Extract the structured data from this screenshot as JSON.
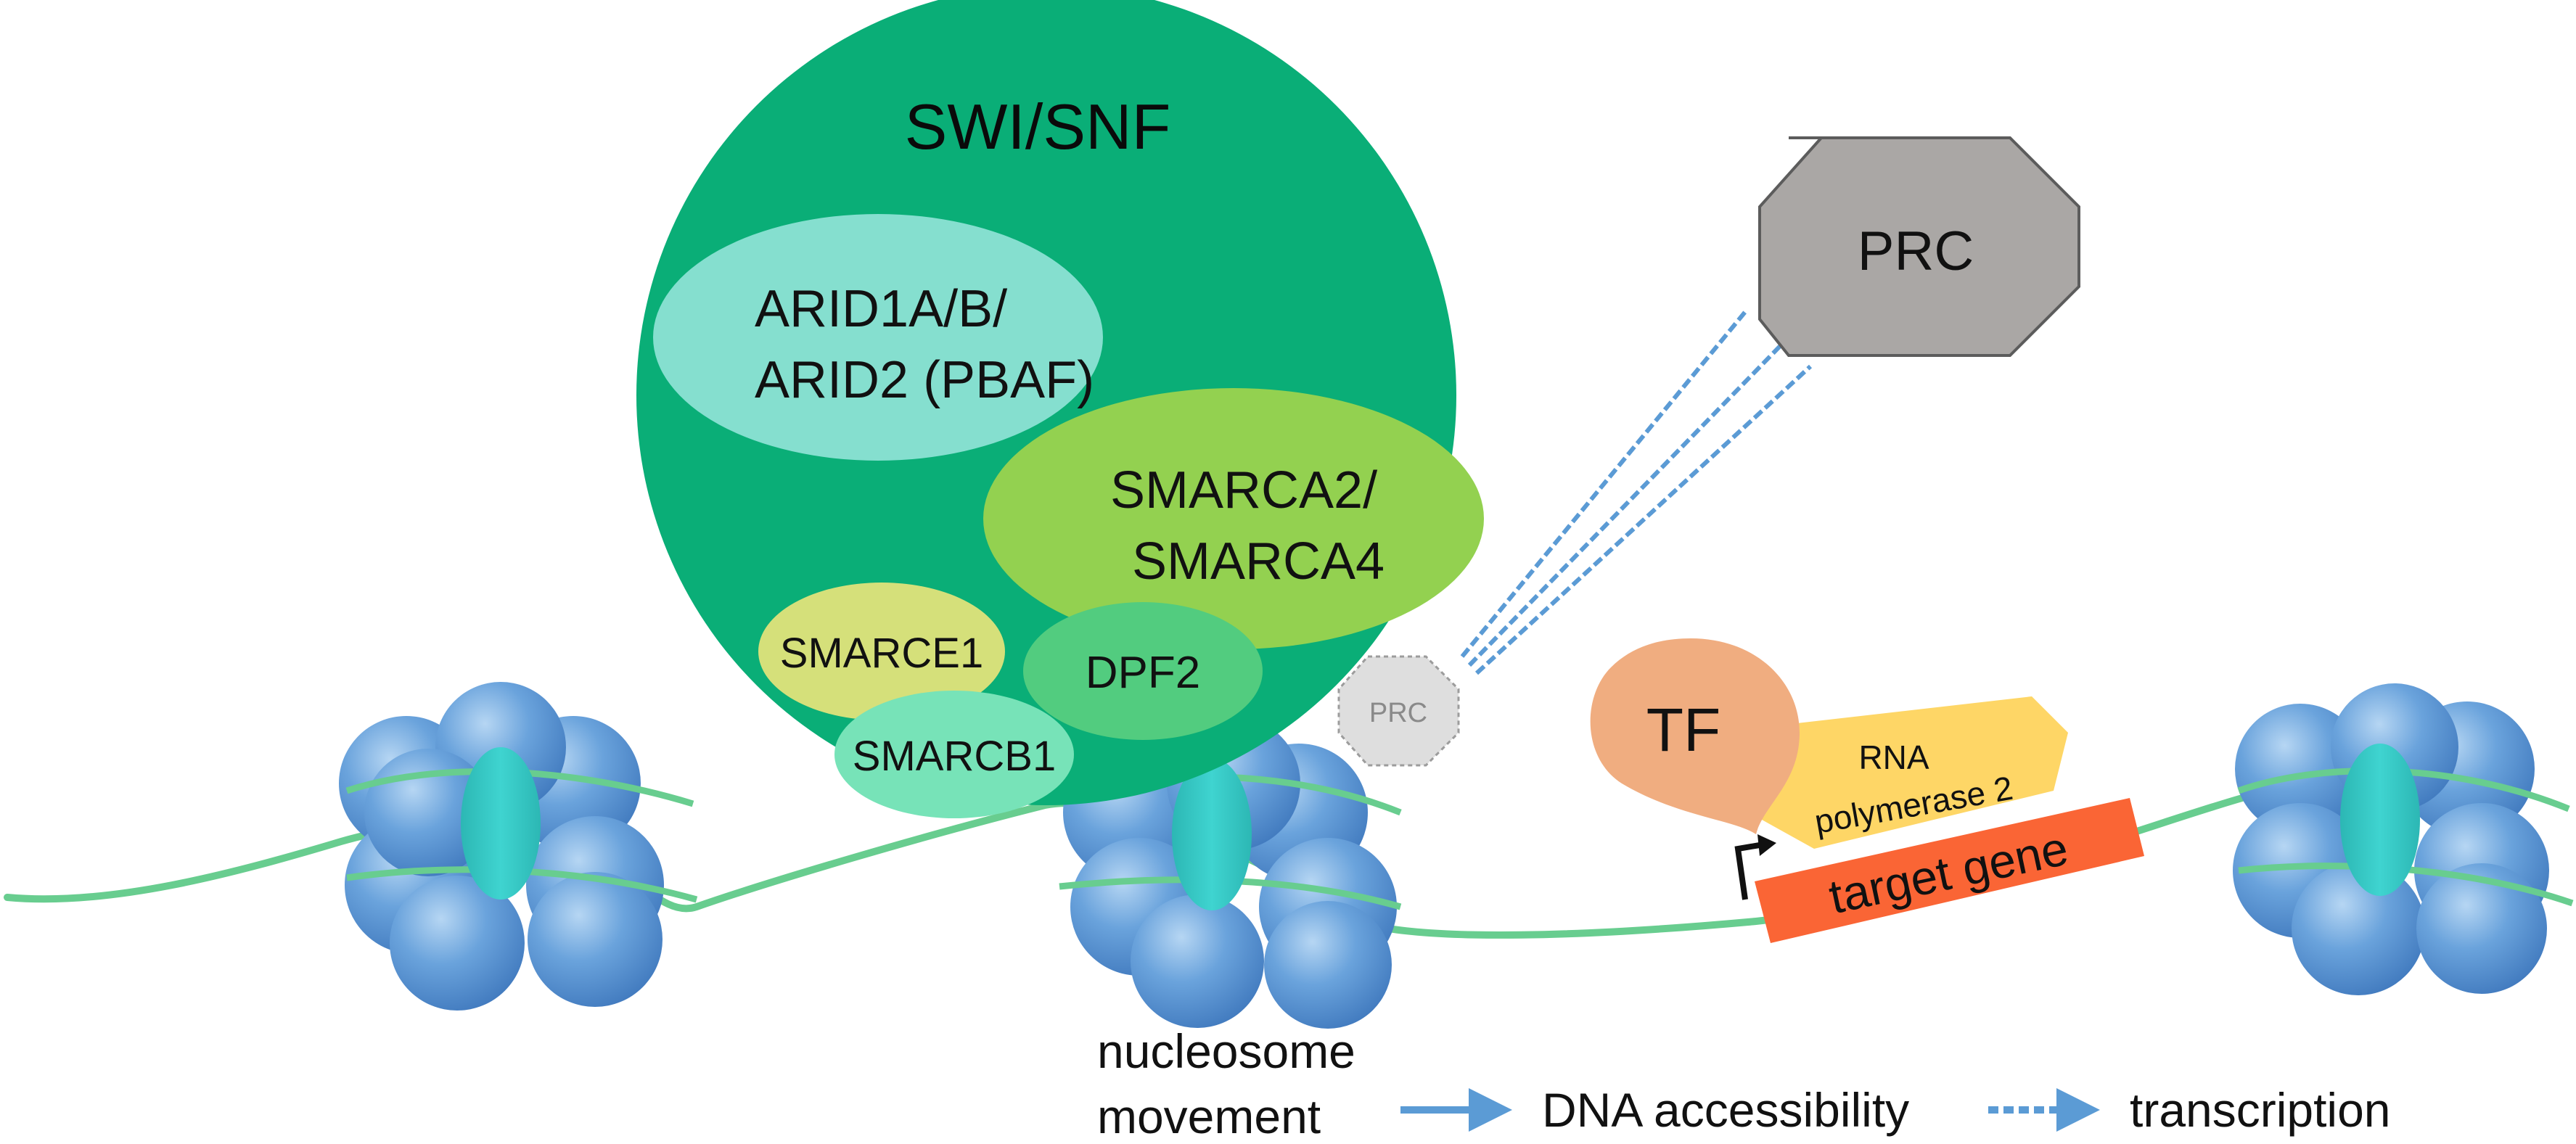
{
  "complex": {
    "title": "SWI/SNF",
    "arid_line1": "ARID1A/B/",
    "arid_line2": "ARID2 (PBAF)",
    "smarca_line1": "SMARCA2/",
    "smarca_line2": "SMARCA4",
    "smarce1": "SMARCE1",
    "dpf2": "DPF2",
    "smarcb1": "SMARCB1"
  },
  "prc_large": "PRC",
  "prc_small": "PRC",
  "tf": "TF",
  "polymerase_line1": "RNA",
  "polymerase_line2": "polymerase 2",
  "target_gene": "target gene",
  "legend": {
    "step1_line1": "nucleosome",
    "step1_line2": "movement",
    "step2": "DNA accessibility",
    "step3": "transcription"
  },
  "colors": {
    "swi_snf": "#0aae77",
    "arid": "#85dfcf",
    "smarca": "#93d150",
    "smarce1": "#d5e07a",
    "dpf2": "#52cc7f",
    "smarcb1": "#77e3b8",
    "prc": "#aaa7a5",
    "tf": "#f0ad80",
    "polymerase": "#fed666",
    "target_gene": "#fa6535",
    "dna": "#68cd8f",
    "histone": "#4d8fd2",
    "arrow": "#5b9bd5"
  }
}
